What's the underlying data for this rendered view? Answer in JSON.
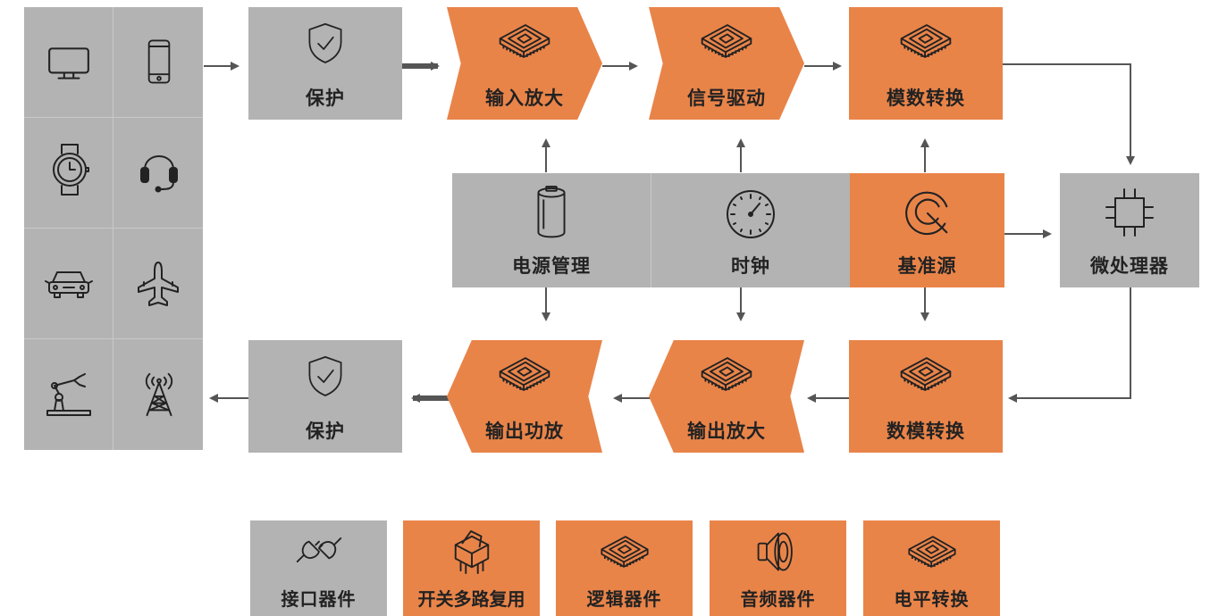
{
  "colors": {
    "gray": "#b3b3b3",
    "orange": "#e98449",
    "line": "#555555"
  },
  "device_panel": {
    "icons": [
      "monitor-icon",
      "smartphone-icon",
      "watch-icon",
      "headset-icon",
      "car-icon",
      "airplane-icon",
      "robot-arm-icon",
      "antenna-tower-icon"
    ]
  },
  "blocks": {
    "protect_in": {
      "label": "保护",
      "icon": "shield-check-icon"
    },
    "input_amp": {
      "label": "输入放大",
      "icon": "chip-icon"
    },
    "signal_drive": {
      "label": "信号驱动",
      "icon": "chip-icon"
    },
    "adc": {
      "label": "模数转换",
      "icon": "chip-icon"
    },
    "power_mgmt": {
      "label": "电源管理",
      "icon": "battery-icon"
    },
    "clock": {
      "label": "时钟",
      "icon": "clock-icon"
    },
    "reference": {
      "label": "基准源",
      "icon": "power-ring-icon"
    },
    "mcu": {
      "label": "微处理器",
      "icon": "processor-icon"
    },
    "protect_out": {
      "label": "保护",
      "icon": "shield-check-icon"
    },
    "output_power_amp": {
      "label": "输出功放",
      "icon": "chip-icon"
    },
    "output_amp": {
      "label": "输出放大",
      "icon": "chip-icon"
    },
    "dac": {
      "label": "数模转换",
      "icon": "chip-icon"
    }
  },
  "legend": [
    {
      "label": "接口器件",
      "icon": "plug-icon",
      "color": "gray"
    },
    {
      "label": "开关多路复用",
      "icon": "switch-icon",
      "color": "orange"
    },
    {
      "label": "逻辑器件",
      "icon": "chip-icon",
      "color": "orange"
    },
    {
      "label": "音频器件",
      "icon": "speaker-icon",
      "color": "orange"
    },
    {
      "label": "电平转换",
      "icon": "chip-icon",
      "color": "orange"
    }
  ]
}
